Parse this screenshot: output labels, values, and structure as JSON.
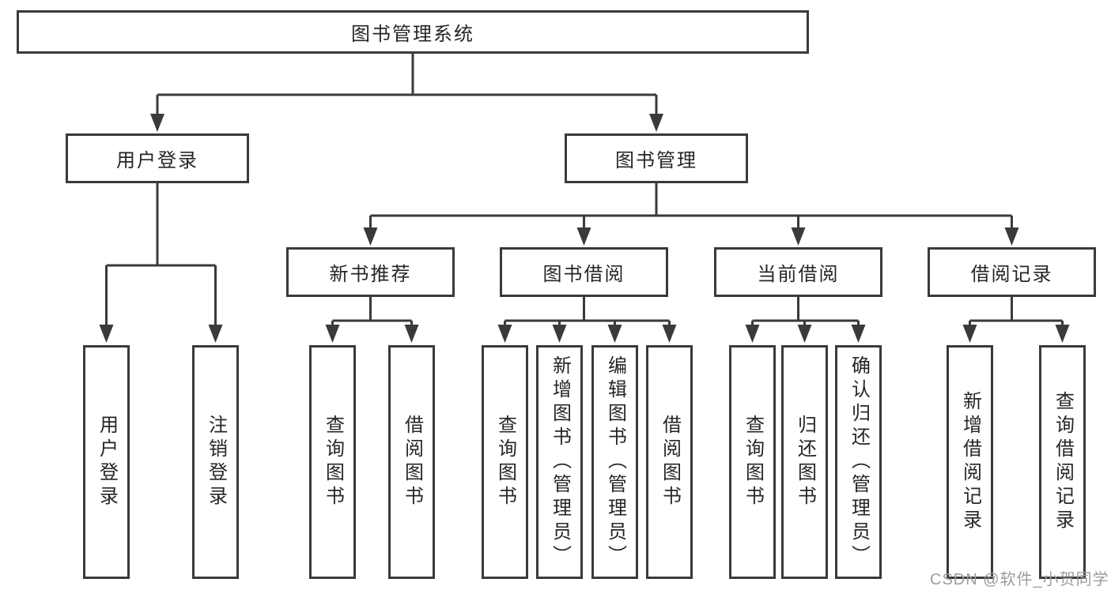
{
  "diagram": {
    "title": "图书管理系统",
    "branches": [
      {
        "label": "用户登录",
        "children": [
          {
            "label": "用户登录"
          },
          {
            "label": "注销登录"
          }
        ]
      },
      {
        "label": "图书管理",
        "children": [
          {
            "label": "新书推荐",
            "children": [
              {
                "label": "查询图书"
              },
              {
                "label": "借阅图书"
              }
            ]
          },
          {
            "label": "图书借阅",
            "children": [
              {
                "label": "查询图书"
              },
              {
                "label": "新增图书（管理员）"
              },
              {
                "label": "编辑图书（管理员）"
              },
              {
                "label": "借阅图书"
              }
            ]
          },
          {
            "label": "当前借阅",
            "children": [
              {
                "label": "查询图书"
              },
              {
                "label": "归还图书"
              },
              {
                "label": "确认归还（管理员）"
              }
            ]
          },
          {
            "label": "借阅记录",
            "children": [
              {
                "label": "新增借阅记录"
              },
              {
                "label": "查询借阅记录"
              }
            ]
          }
        ]
      }
    ]
  },
  "watermark": {
    "text": "CSDN @软件_小贺同学"
  },
  "colors": {
    "box_border": "#3a3a3a",
    "connector_line": "#3a3a3a",
    "arrowhead": "#3a3a3a",
    "text": "#262626",
    "watermark_text": "#9d9d9d",
    "background": "#ffffff"
  }
}
